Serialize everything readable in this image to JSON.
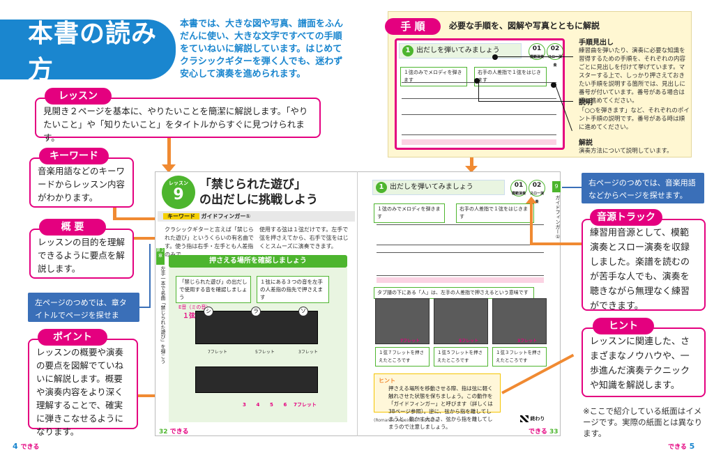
{
  "title": "本書の読み方",
  "intro": "本書では、大きな図や写真、譜面をふんだんに使い、大きな文字ですべての手順をていねいに解説しています。はじめてクラシックギターを弾く人でも、迷わず安心して演奏を進められます。",
  "callouts": {
    "lesson": {
      "label": "レッスン",
      "text": "見開き２ページを基本に、やりたいことを簡潔に解説します。「やりたいこと」や「知りたいこと」をタイトルからすぐに見つけられます。"
    },
    "keyword": {
      "label": "キーワード",
      "text": "音楽用語などのキーワードからレッスン内容がわかります。"
    },
    "overview": {
      "label": "概 要",
      "text": "レッスンの目的を理解できるように要点を解説します。"
    },
    "left_note": "左ページのつめでは、章タイトルでページを探せます。",
    "point": {
      "label": "ポイント",
      "text": "レッスンの概要や演奏の要点を図解でていねいに解説します。概要や演奏内容をより深く理解することで、確実に弾きこなせるようになります。"
    },
    "right_note": "右ページのつめでは、音楽用語などからページを探せます。",
    "track": {
      "label": "音源トラック",
      "text": "練習用音源として、模範演奏とスロー演奏を収録しました。楽譜を読むのが苦手な人でも、演奏を聴きながら無理なく練習ができます。"
    },
    "hint": {
      "label": "ヒント",
      "text": "レッスンに関連した、さまざまなノウハウや、一歩進んだ演奏テクニックや知識を解説します。"
    },
    "disclaimer": "※ここで紹介している紙面はイメージです。実際の紙面とは異なります。"
  },
  "steps_panel": {
    "label": "手 順",
    "heading": "必要な手順を、図解や写真とともに解説",
    "step_title": "出だしを弾いてみましょう",
    "box1": "１弦のみでメロディを弾きます",
    "box2": "右手の人差指で１弦をはじきます",
    "track1": "01",
    "track1_label": "模範演奏",
    "track2": "02",
    "track2_label": "スロー演奏",
    "anno": [
      {
        "title": "手順見出し",
        "text": "練習曲を弾いたり、演奏に必要な知識を習得するための手順を、それぞれの内容ごとに見出しを付けて挙げています。マスターする上で、しっかり押さえておきたい手順を説明する箇所では、見出しに番号が付いています。番号がある場合は順に進めてください。"
      },
      {
        "title": "説明",
        "text": "「○○を弾きます」など、それぞれのポイント手順の説明です。番号がある時は順に進めてください。"
      },
      {
        "title": "解説",
        "text": "演奏方法について説明しています。"
      }
    ]
  },
  "book": {
    "lesson_word": "レッスン",
    "lesson_no": "9",
    "lesson_title_1": "「禁じられた遊び」",
    "lesson_title_2": "の出だしに挑戦しよう",
    "keyword_label": "キーワード",
    "keyword": "ガイドフィンガー①",
    "body_left": "クラシックギターと言えば「禁じられた遊び」というくらいの有名曲です。使う指は右手・左手とも人差指のみで、",
    "body_right": "使用する弦は１弦だけです。左手で弦を押さえてから、右手で弦をはじくとスムーズに演奏できます。",
    "chapter_tab": "第２章",
    "side_text": "左手一本で名曲「禁じられた遊び」を弾こう",
    "section_head": "押さえる場所を確認しましょう",
    "box_a": "「禁じられた遊び」の出だしで使用する音を確認しましょう",
    "box_b": "１弦にある３つの音を左手の人差指の指先で押さえます",
    "string_label": "E音（ミの音）",
    "string_name": "１弦",
    "notes": [
      "シ",
      "ラ",
      "ソ"
    ],
    "frets": [
      "7フレット",
      "5フレット",
      "3フレット"
    ],
    "fret_marks": [
      "3",
      "4",
      "5",
      "6",
      "7フレット"
    ],
    "step_title": "出だしを弾いてみましょう",
    "box1": "１弦のみでメロディを弾きます",
    "box2": "右手の人差指で１弦をはじきます",
    "tab_note": "タブ譜の下にある「人」は、左手の人差指で押さえるという意味です",
    "photos": [
      {
        "caption": "１弦７フレットを押さえたところです",
        "fret": "7フレット"
      },
      {
        "caption": "１弦５フレットを押さえたところです",
        "fret": "5フレット"
      },
      {
        "caption": "１弦３フレットを押さえたところです",
        "fret": "3フレット"
      }
    ],
    "hint_label": "ヒント",
    "hint_text": "押さえる場所を移動させる際、指は弦に軽く触れさせた状態を保ちましょう。この動作を「ガイドフィンガー」と呼びます（詳しくは38ページ参照）。逆に、弦から指を離してしまうと、動かす大きさ、弦から指を離してしまうので注意しましょう。",
    "right_tab": "ガイドフィンガー①",
    "right_tab_no": "9",
    "credit": "(Romance Anonimo) Traditional",
    "end_label": "終わり",
    "page_left": "32",
    "page_right": "33",
    "brand": "できる"
  },
  "footer": {
    "page_left": "4",
    "page_right": "5",
    "brand": "できる"
  }
}
